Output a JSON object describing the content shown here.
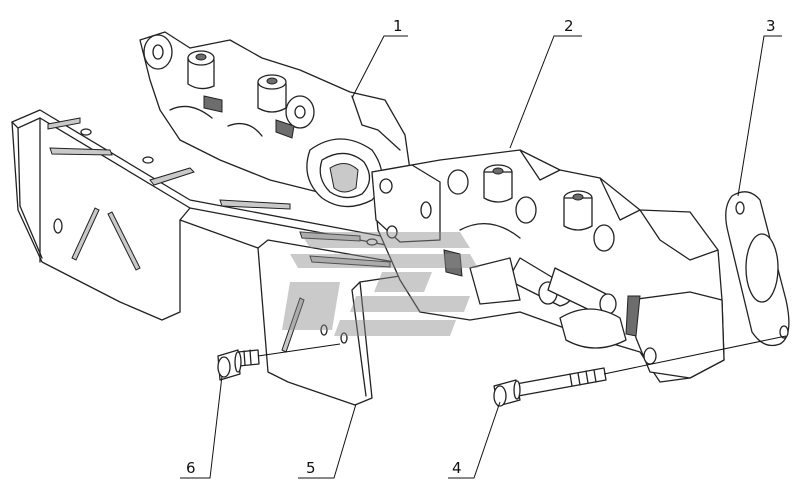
{
  "callouts": {
    "c1": "1",
    "c2": "2",
    "c3": "3",
    "c4": "4",
    "c5": "5",
    "c6": "6"
  },
  "colors": {
    "line": "#222222",
    "background": "#ffffff",
    "watermark": "#8a8a8a"
  }
}
